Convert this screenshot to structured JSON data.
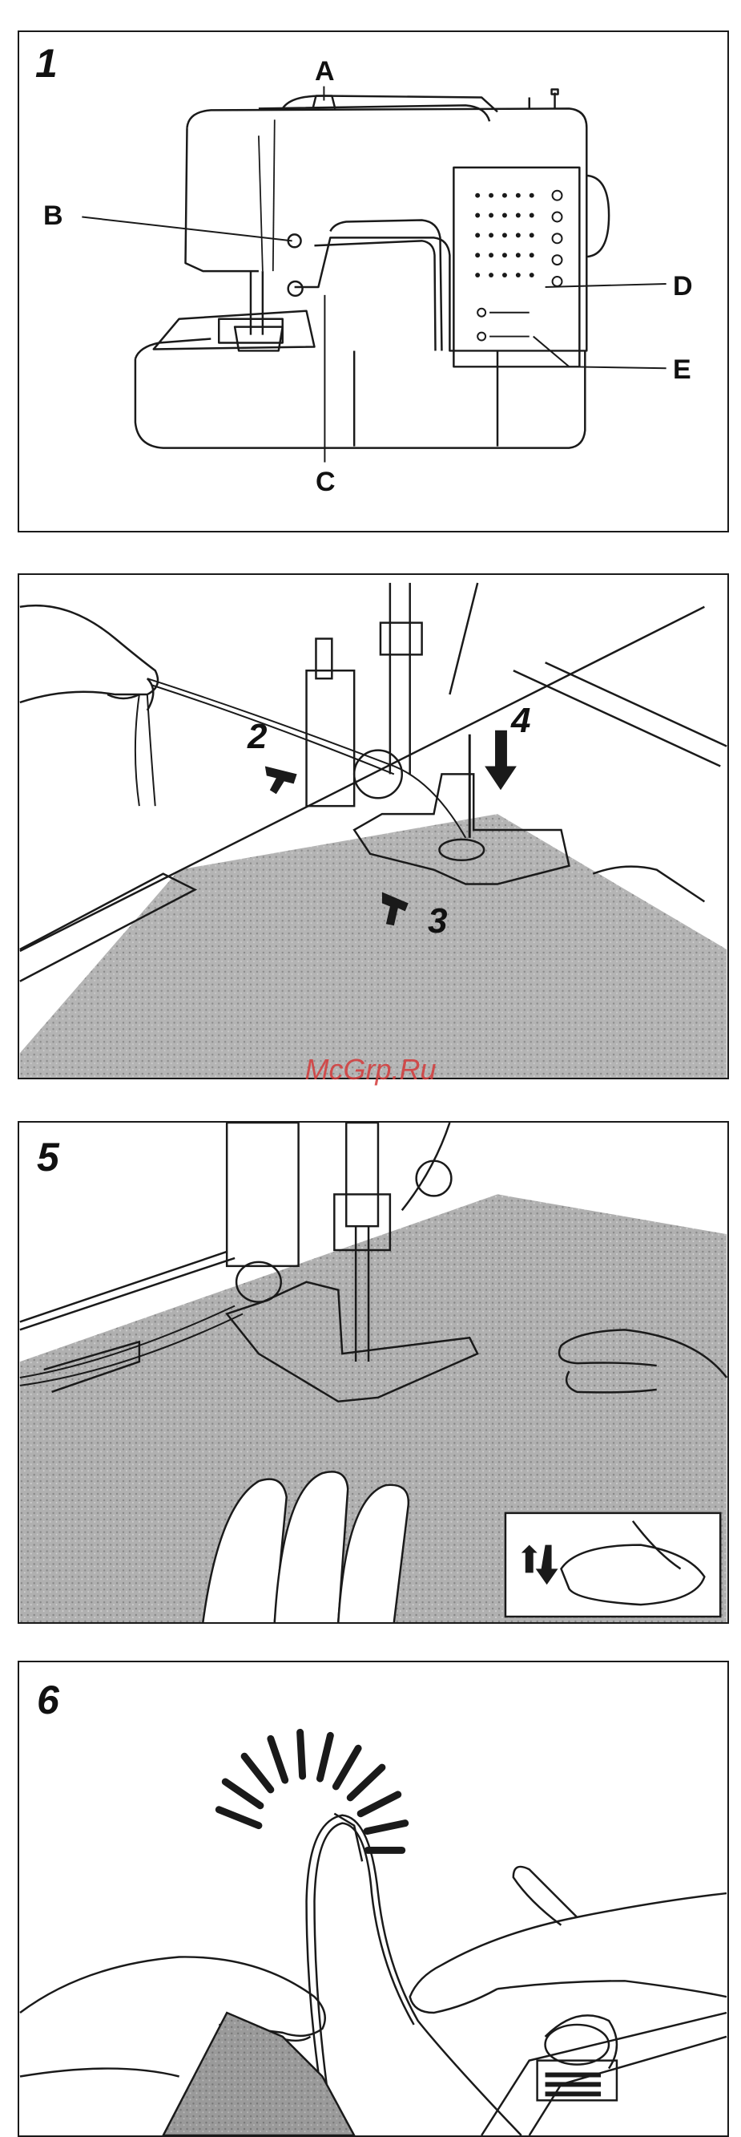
{
  "panels": [
    {
      "step": "1",
      "callouts": {
        "a": "A",
        "b": "B",
        "c": "C",
        "d": "D",
        "e": "E"
      }
    },
    {
      "step": "",
      "arrows": {
        "two": "2",
        "three": "3",
        "four": "4"
      }
    },
    {
      "step": "5"
    },
    {
      "step": "6"
    }
  ],
  "watermark": "McGrp.Ru",
  "colors": {
    "line": "#1a1a1a",
    "fabric": "#a8a8a8",
    "watermark": "#d43a3a"
  }
}
